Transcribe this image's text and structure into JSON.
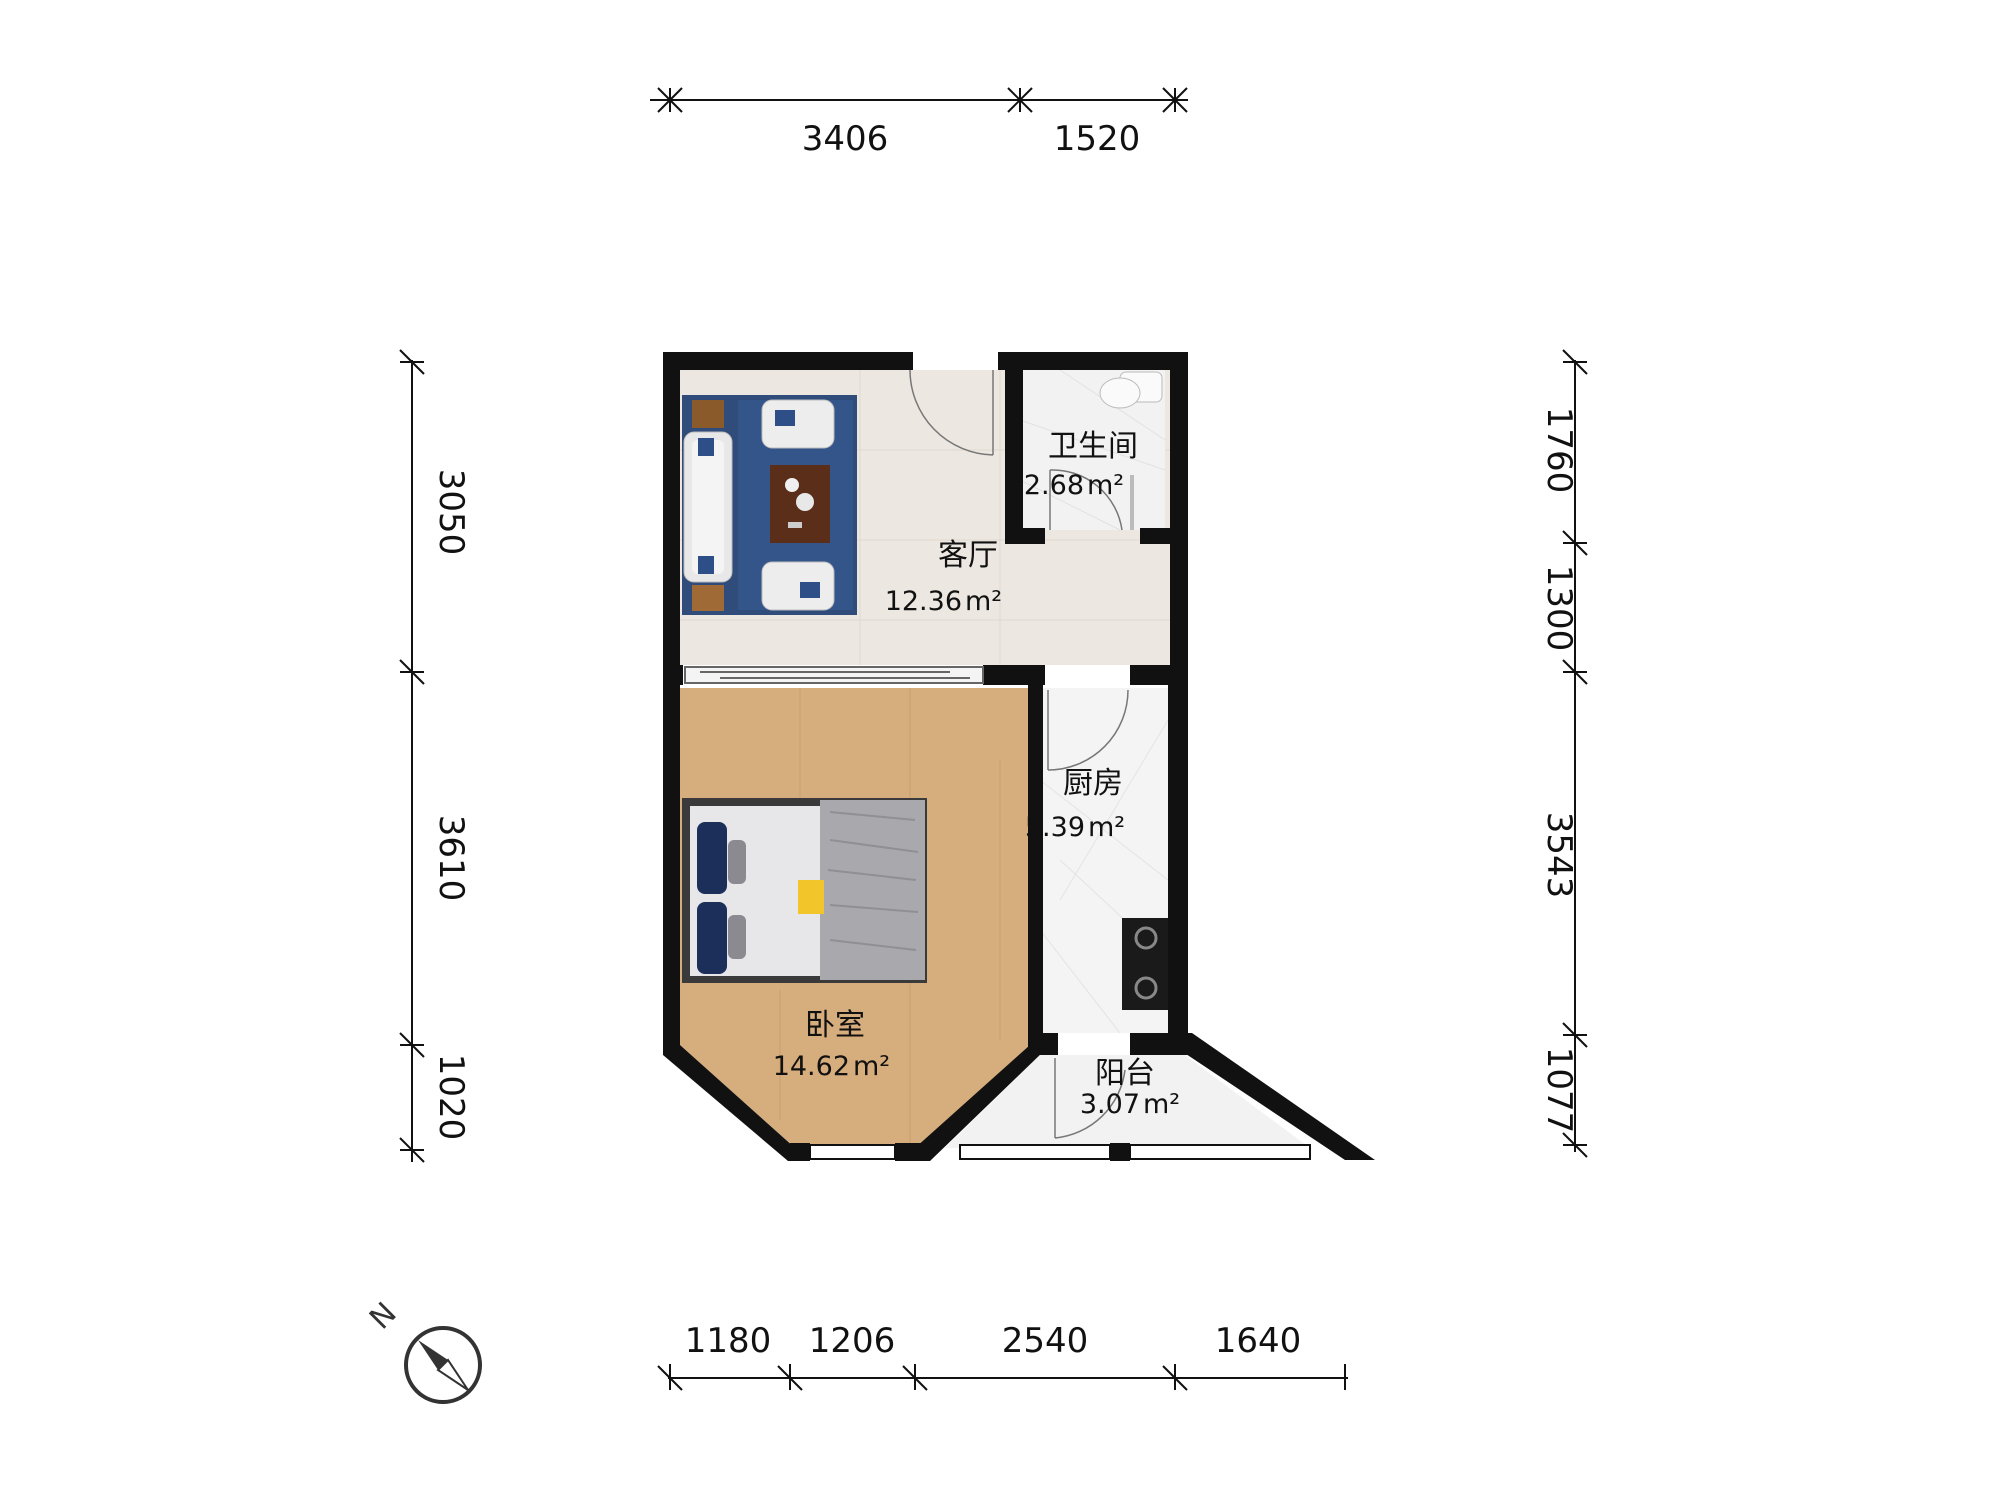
{
  "dimensions": {
    "top": [
      "3406",
      "1520"
    ],
    "bottom": [
      "1180",
      "1206",
      "2540",
      "1640"
    ],
    "left": [
      "3050",
      "3610",
      "1020"
    ],
    "right": [
      "1760",
      "1300",
      "3543",
      "1077"
    ]
  },
  "rooms": {
    "living": {
      "name": "客厅",
      "area": "12.36",
      "unit": "m²"
    },
    "bathroom": {
      "name": "卫生间",
      "area": "2.68",
      "unit": "m²"
    },
    "kitchen": {
      "name": "厨房",
      "area": "5.39",
      "unit": "m²"
    },
    "bedroom": {
      "name": "卧室",
      "area": "14.62",
      "unit": "m²"
    },
    "balcony": {
      "name": "阳台",
      "area": "3.07",
      "unit": "m²"
    }
  },
  "compass": {
    "label": "N"
  },
  "colors": {
    "wall": "#111111",
    "tile": "#ece7e0",
    "wood": "#d6ad7c",
    "bath_tile": "#f2f2f2",
    "kitchen_tile": "#f4f4f4",
    "rug": "#2f4c7a"
  }
}
